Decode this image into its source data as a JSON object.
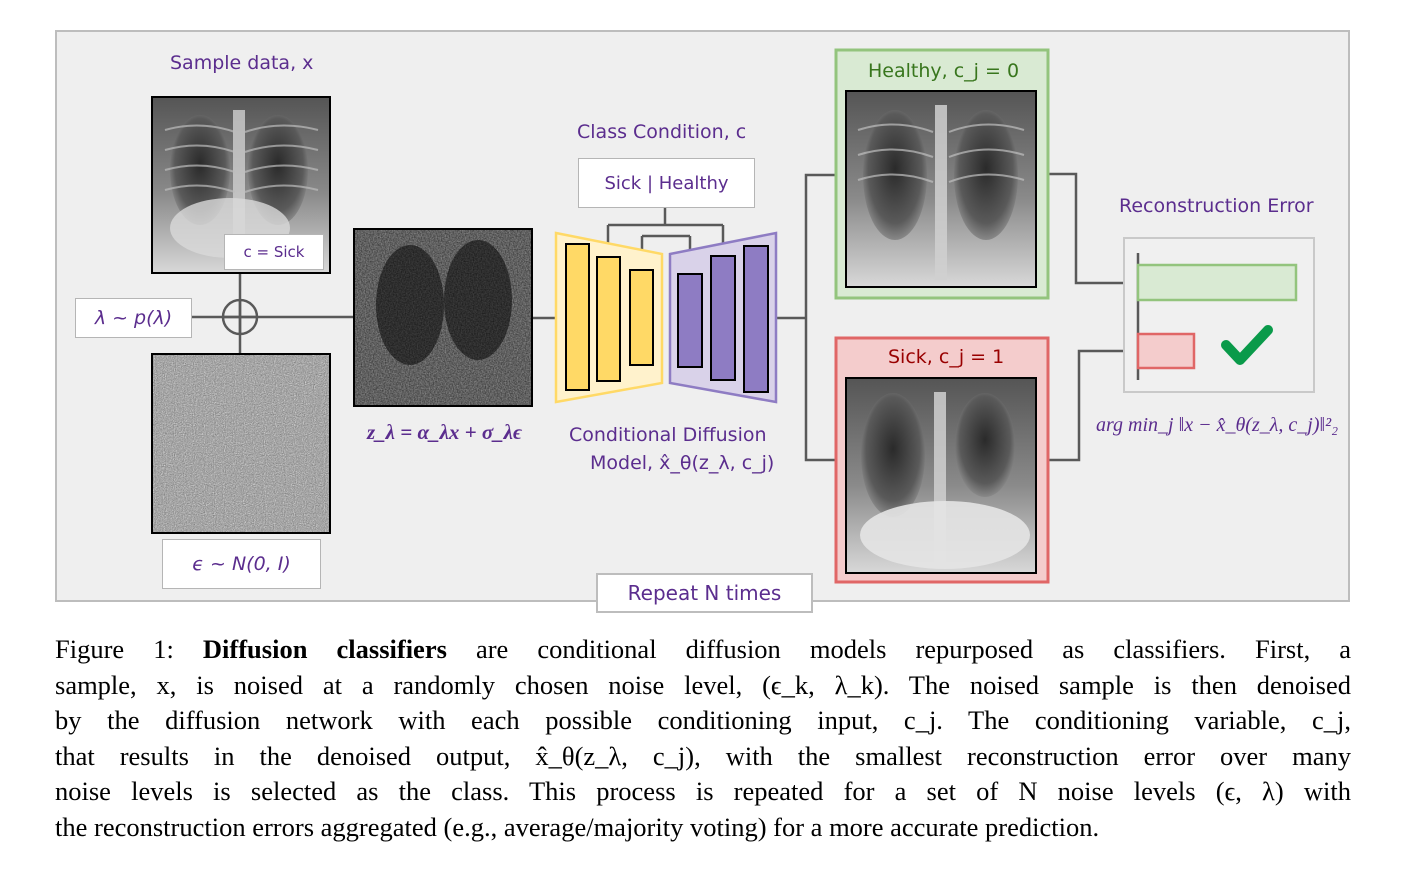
{
  "labels": {
    "sample_data": "Sample data, x",
    "class_condition": "Class Condition, c",
    "class_condition_box": "Sick | Healthy",
    "c_sick": "c = Sick",
    "lambda": "λ ~ p(λ)",
    "epsilon": "ϵ ~ N(0, I)",
    "z_lambda": "z_λ = α_λx + σ_λϵ",
    "model_line1": "Conditional Diffusion",
    "model_line2": "Model, x̂_θ(z_λ, c_j)",
    "healthy": "Healthy, c_j = 0",
    "sick": "Sick, c_j = 1",
    "recon_error": "Reconstruction Error",
    "argmin": "arg min_j ‖x − x̂_θ(z_λ, c_j)‖²₂",
    "repeat": "Repeat N times"
  },
  "reconstruction_error": {
    "healthy_bar_color": "#c9e6c2",
    "sick_bar_color": "#f2c6c6",
    "selected": "Sick"
  },
  "colors": {
    "purple": "#5b2d8e",
    "encoder": "#ffd966",
    "decoder": "#8e7cc3",
    "healthy_frame": "#93c47d",
    "sick_frame": "#e06666",
    "check": "#0a9a4a"
  },
  "caption": {
    "figure_label": "Figure 1:",
    "bold": "Diffusion classifiers",
    "line1_rest": "are conditional diffusion models repurposed as classifiers. First, a",
    "line2": "sample, x, is noised at a randomly chosen noise level, (ϵ_k, λ_k). The noised sample is then denoised",
    "line3": "by the diffusion network with each possible conditioning input, c_j. The conditioning variable, c_j,",
    "line4": "that results in the denoised output, x̂_θ(z_λ, c_j), with the smallest reconstruction error over many",
    "line5": "noise levels is selected as the class. This process is repeated for a set of N noise levels (ϵ, λ) with",
    "line6": "the reconstruction errors aggregated (e.g., average/majority voting) for a more accurate prediction."
  }
}
